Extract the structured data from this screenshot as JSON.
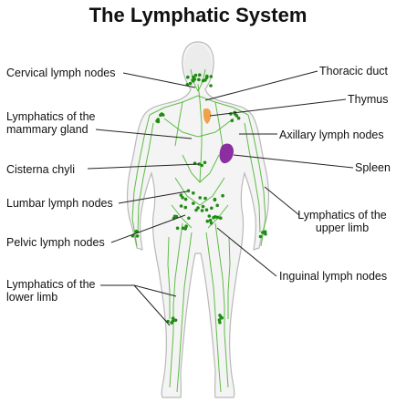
{
  "title": "The Lymphatic System",
  "colors": {
    "body_outline": "#b9b9b9",
    "body_fill": "#f4f4f4",
    "lymph_vessel": "#46b22a",
    "lymph_node": "#1f8c12",
    "thymus": "#f0a24a",
    "spleen": "#8a2ea0",
    "leader_line": "#222222"
  },
  "labels": {
    "cervical": "Cervical lymph nodes",
    "mammary_line1": "Lymphatics of the",
    "mammary_line2": "mammary gland",
    "cisterna": "Cisterna chyli",
    "lumbar": "Lumbar lymph nodes",
    "pelvic": "Pelvic lymph nodes",
    "lower_limb_line1": "Lymphatics of the",
    "lower_limb_line2": "lower limb",
    "thoracic_duct": "Thoracic duct",
    "thymus": "Thymus",
    "axillary": "Axillary lymph nodes",
    "spleen": "Spleen",
    "upper_limb_line1": "Lymphatics of the",
    "upper_limb_line2": "upper limb",
    "inguinal": "Inguinal lymph nodes"
  }
}
